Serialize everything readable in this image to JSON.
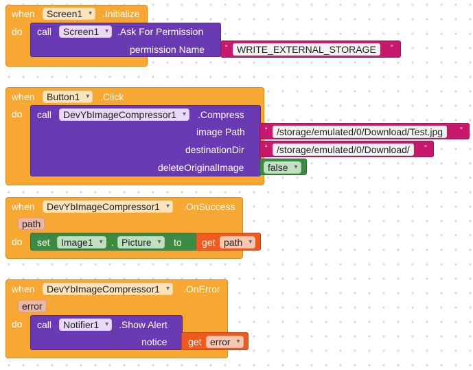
{
  "blocks": {
    "screen_init": {
      "when": "when",
      "component": "Screen1",
      "event": ".Initialize",
      "do": "do",
      "call": "call",
      "call_component": "Screen1",
      "method": ".Ask For Permission",
      "param_label": "permission Name",
      "param_value": "WRITE_EXTERNAL_STORAGE"
    },
    "button_click": {
      "when": "when",
      "component": "Button1",
      "event": ".Click",
      "do": "do",
      "call": "call",
      "call_component": "DevYbImageCompressor1",
      "method": ".Compress",
      "param1_label": "image Path",
      "param1_value": "/storage/emulated/0/Download/Test.jpg",
      "param2_label": "destinationDir",
      "param2_value": "/storage/emulated/0/Download/",
      "param3_label": "deleteOriginalImage",
      "param3_value": "false"
    },
    "on_success": {
      "when": "when",
      "component": "DevYbImageCompressor1",
      "event": ".OnSuccess",
      "param": "path",
      "do": "do",
      "set": "set",
      "set_component": "Image1",
      "dot": ".",
      "property": "Picture",
      "to": "to",
      "get": "get",
      "get_var": "path"
    },
    "on_error": {
      "when": "when",
      "component": "DevYbImageCompressor1",
      "event": ".OnError",
      "param": "error",
      "do": "do",
      "call": "call",
      "call_component": "Notifier1",
      "method": ".Show Alert",
      "param_label": "notice",
      "get": "get",
      "get_var": "error"
    }
  },
  "colors": {
    "event": "#f7a833",
    "call": "#6a3ab2",
    "text": "#c8186c",
    "set": "#3d8a43",
    "get": "#ef5a1f"
  },
  "icons": [
    "dropdown-arrow-icon",
    "quote-open-icon",
    "quote-close-icon"
  ]
}
